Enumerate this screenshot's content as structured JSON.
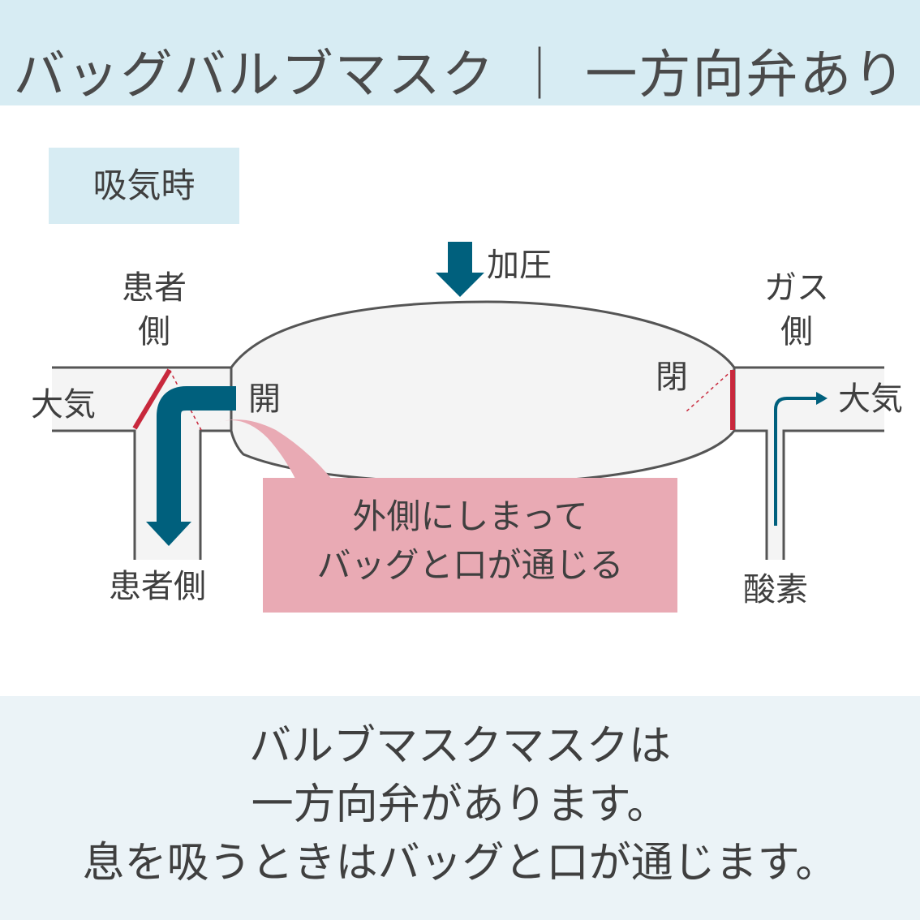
{
  "title": "バッグバルブマスク ｜ 一方向弁あり",
  "phase": "吸気時",
  "labels": {
    "pressure": "加圧",
    "patient_side_line1": "患者",
    "patient_side_line2": "側",
    "gas_side_line1": "ガス",
    "gas_side_line2": "側",
    "atmosphere_left": "大気",
    "atmosphere_right": "大気",
    "open": "開",
    "closed": "閉",
    "patient_side_bottom": "患者側",
    "oxygen": "酸素"
  },
  "callout": {
    "line1": "外側にしまって",
    "line2": "バッグと口が通じる"
  },
  "footer": {
    "line1": "バルブマスクマスクは",
    "line2": "一方向弁があります。",
    "line3": "息を吸うときはバッグと口が通じます。"
  },
  "colors": {
    "band": "#d7ecf3",
    "footer_band": "#ebf3f7",
    "arrow": "#00607d",
    "valve": "#c8283c",
    "callout": "#e9aab4",
    "outline": "#555555"
  }
}
